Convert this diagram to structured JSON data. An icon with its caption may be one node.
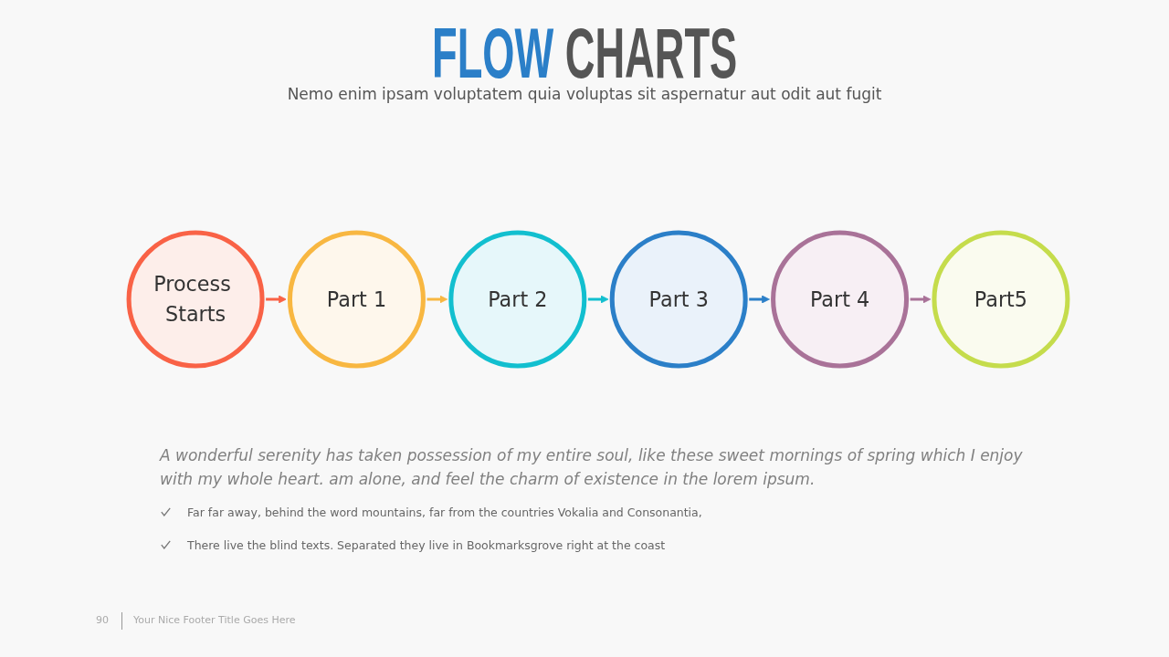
{
  "diagram": {
    "title": "FLOW CHARTS",
    "nodes": [
      {
        "text": [
          "Process Starts"
        ]
      },
      {
        "text": [
          "Part 1"
        ]
      },
      {
        "text": [
          "Part 2"
        ]
      },
      {
        "text": [
          "Part 3"
        ]
      },
      {
        "text": [
          "Part 4"
        ]
      },
      {
        "text": [
          "Part5"
        ]
      }
    ],
    "edges": [
      {
        "from": 0,
        "to": 1,
        "arrow": "to",
        "color": "#f96246"
      },
      {
        "from": 1,
        "to": 2,
        "arrow": "to",
        "color": "#f8b741"
      },
      {
        "from": 2,
        "to": 3,
        "arrow": "to",
        "color": "#12bfcf"
      },
      {
        "from": 3,
        "to": 4,
        "arrow": "to",
        "color": "#2b7fc8"
      },
      {
        "from": 4,
        "to": 5,
        "arrow": "to",
        "color": "#a97298"
      }
    ],
    "labels": [
      "Nemo enim ipsam voluptatem quia voluptas sit aspernatur aut odit aut fugit",
      "A wonderful serenity has taken possession of my entire soul, like these sweet mornings of spring which I enjoy with my whole heart. am alone, and feel the charm of existence in the lorem ipsum.",
      "Far far away, behind the word mountains, far from the countries Vokalia and Consonantia,",
      "There live the blind texts. Separated they live in Bookmarksgrove right at the coast",
      "90",
      "Your Nice Footer Title Goes Here"
    ]
  }
}
